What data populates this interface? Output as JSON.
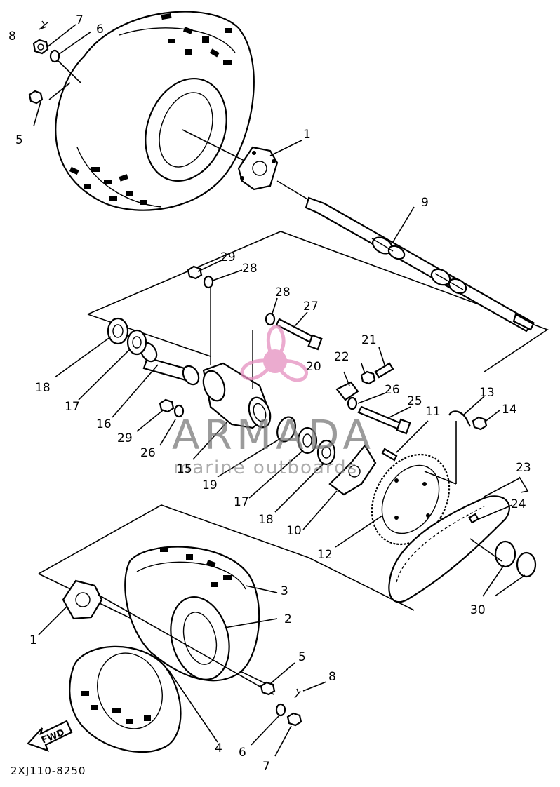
{
  "callouts": {
    "c1a": "1",
    "c1b": "1",
    "c2": "2",
    "c3": "3",
    "c4": "4",
    "c5a": "5",
    "c5b": "5",
    "c6a": "6",
    "c6b": "6",
    "c7a": "7",
    "c7b": "7",
    "c8a": "8",
    "c8b": "8",
    "c9": "9",
    "c10": "10",
    "c11": "11",
    "c12": "12",
    "c13": "13",
    "c14": "14",
    "c15": "15",
    "c16": "16",
    "c17a": "17",
    "c17b": "17",
    "c18a": "18",
    "c18b": "18",
    "c19": "19",
    "c20": "20",
    "c21": "21",
    "c22": "22",
    "c23": "23",
    "c24": "24",
    "c25": "25",
    "c26a": "26",
    "c26b": "26",
    "c27": "27",
    "c28a": "28",
    "c28b": "28",
    "c29a": "29",
    "c29b": "29",
    "c30": "30"
  },
  "diagram_code": "2XJ110-8250",
  "fwd_label": "FWD",
  "watermark": {
    "brand": "ARMADA",
    "tagline": "marine outboards",
    "accent_color": "#e58fbf"
  }
}
